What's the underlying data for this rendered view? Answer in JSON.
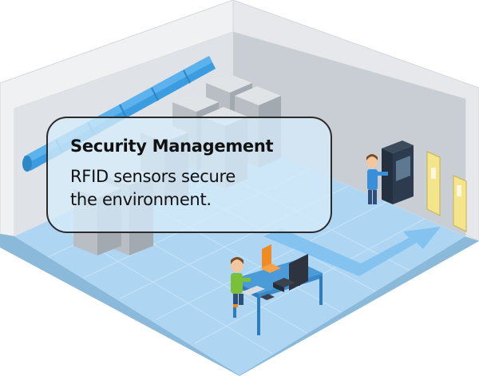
{
  "callout": {
    "title": "Security Management",
    "body_lines": [
      "RFID sensors secure",
      "the environment."
    ]
  },
  "colors": {
    "floor": "#aed6f3",
    "floor_grid": "#c9e6f8",
    "wall_left": "#e3e6ea",
    "wall_back": "#cfd3d8",
    "duct": "#3b9ce0",
    "server": "#c7cbd0",
    "door": "#f4e58c",
    "desk": "#4a9bd8",
    "arrow": "#7cc0ee"
  }
}
